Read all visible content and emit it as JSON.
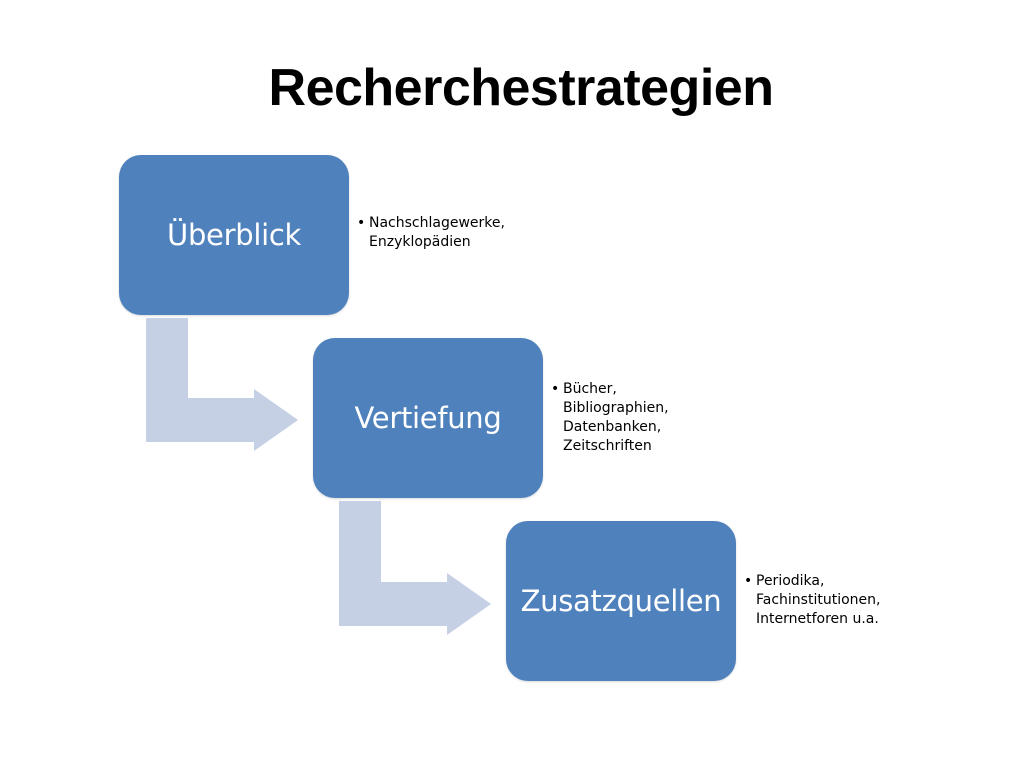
{
  "title": "Recherchestrategien",
  "colors": {
    "box_fill": "#4F81BD",
    "arrow_fill": "#C5D0E4",
    "text_on_box": "#FFFFFF"
  },
  "steps": [
    {
      "label": "Überblick",
      "note": "Nachschlagewerke,\nEnzyklopädien"
    },
    {
      "label": "Vertiefung",
      "note": "Bücher,\nBibliographien,\nDatenbanken,\nZeitschriften"
    },
    {
      "label": "Zusatzquellen",
      "note": "Periodika,\nFachinstitutionen,\nInternetforen u.a."
    }
  ]
}
